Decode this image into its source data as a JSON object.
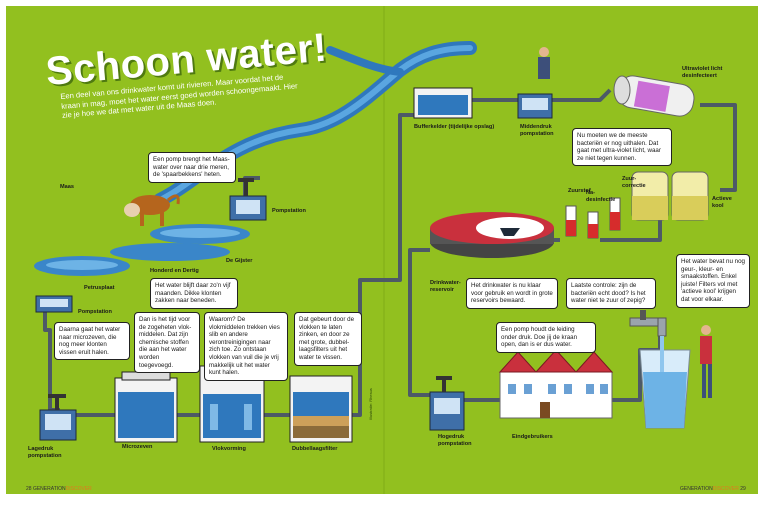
{
  "header": {
    "title": "Schoon water!",
    "intro": "Een deel van ons drinkwater komt uit rivieren. Maar voordat het de kraan in mag, moet het water eerst goed worden schoongemaakt. Hier zie je hoe we dat met water uit de Maas doen."
  },
  "labels": {
    "maas": "Maas",
    "pompstation_top": "Pompstation",
    "honderd_en_dertig": "Honderd en Dertig",
    "de_gijster": "De Gijster",
    "petrusplaat": "Petrusplaat",
    "pompstation_left": "Pompstation",
    "lagedruk": "Lagedruk\npompstation",
    "microzeven": "Microzeven",
    "vlokvorming": "Vlokvorming",
    "dubbellaagsfilter": "Dubbellaagsfilter",
    "bufferkelder": "Bufferkelder (tijdelijke opslag)",
    "middendruk": "Middendruk\npompstation",
    "uv": "Ultraviolet licht\ndesinfecteert",
    "zuurstof": "Zuurstof",
    "na_desinfectie": "Na-\ndesinfectie",
    "zuurcorrectie": "Zuur-\ncorrectie",
    "actieve_kool": "Actieve\nkool",
    "drinkwaterreservoir": "Drinkwater-\nreservoir",
    "hogedruk": "Hogedruk\npompstation",
    "eindgebruikers": "Eindgebruikers",
    "credit": "Illustratie: Rhesus"
  },
  "callouts": {
    "pomp_maas": "Een pomp brengt het Maas-water over naar drie meren, de 'spaarbekkens' heten.",
    "spaarbekkens": "Het water blijft daar zo'n vijf maanden. Dikke klonten zakken naar beneden.",
    "microzeven": "Daarna gaat het water naar microzeven, die nog meer klonten vissen eruit halen.",
    "chemie": "Dan is het tijd voor de zogeheten vlok-middelen. Dat zijn chemische stoffen die aan het water worden toegevoegd.",
    "vlokmiddelen": "Waarom? De vlokmiddelen trekken vies slib en andere verontreinigingen naar zich toe. Zo ontstaan vlokken van vuil die je vrij makkelijk uit het water kunt halen.",
    "filters": "Dat gebeurt door de vlokken te laten zinken, en door ze met grote, dubbel-laagsfilters uit het water te vissen.",
    "bacterien": "Nu moeten we de meeste bacteriën er nog uithalen. Dat gaat met ultra-violet licht, waar ze niet tegen kunnen.",
    "kool": "Het water bevat nu nog geur-, kleur- en smaakstoffen. Enkel juiste! Filters vol met 'actieve kool' krijgen dat voor elkaar.",
    "reservoir": "Het drinkwater is nu klaar voor gebruik en wordt in grote reservoirs bewaard.",
    "controle": "Laatste controle: zijn de bacteriën echt dood? Is het water niet te zuur of zepig?",
    "kraan": "Een pomp houdt de leiding onder druk. Doe jij de kraan open, dan is er dus water."
  },
  "footer": {
    "page_left": "28",
    "page_right": "29",
    "brand_a": "GENERATION",
    "brand_b": "DISCOVER"
  },
  "colors": {
    "background": "#92c01f",
    "river": "#3a86c9",
    "pipe": "#4d5a66",
    "title": "#ffffff",
    "brand": "#e07a1f"
  },
  "icons": [
    "dog-icon",
    "pump-icon",
    "tank-icon",
    "uv-tube-icon",
    "reservoir-icon",
    "house-icon",
    "tap-icon",
    "water-glass-icon",
    "person-icon",
    "boat-icon"
  ]
}
